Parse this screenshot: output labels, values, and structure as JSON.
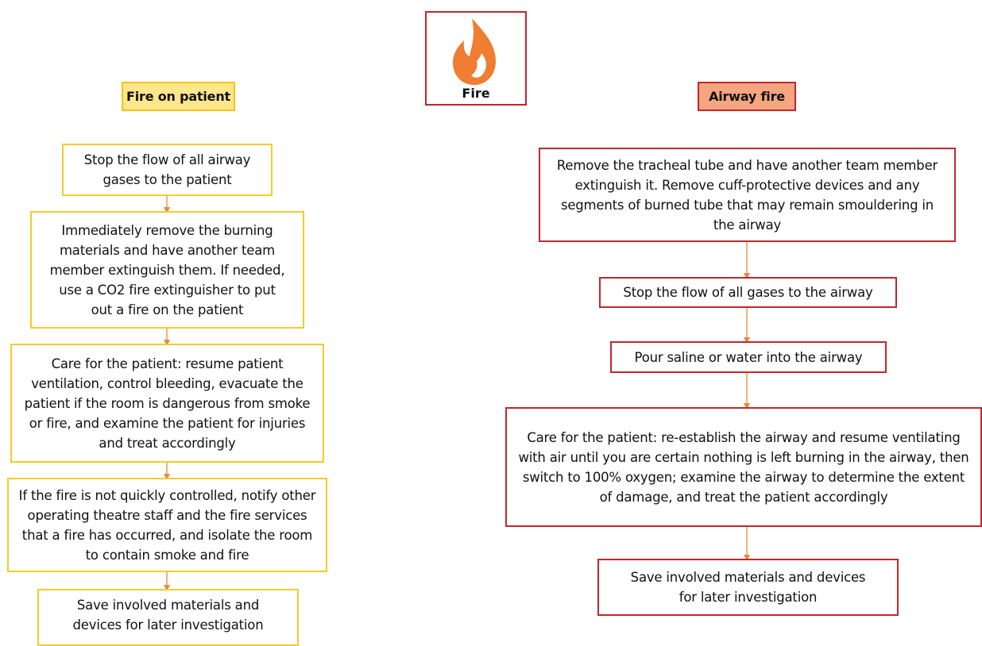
{
  "header": {
    "title": "Fire"
  },
  "left": {
    "heading": "Fire on patient",
    "steps": [
      "Stop the flow of all airway gases to the patient",
      "Immediately remove the burning materials and have another team member extinguish them. If needed, use a CO2 fire extinguisher to put out a fire on the patient",
      "Care for the patient: resume patient ventilation, control bleeding, evacuate the patient if the room is dangerous from smoke or fire, and examine the patient for injuries and treat accordingly",
      "If the fire is not quickly controlled, notify other operating theatre staff and the fire services that a fire has occurred, and isolate the room to contain smoke and fire",
      "Save involved materials and devices for later investigation"
    ]
  },
  "right": {
    "heading": "Airway fire",
    "steps": [
      "Remove the tracheal tube and have another team member extinguish it. Remove cuff-protective devices and any segments of burned tube that may remain smouldering in the airway",
      "Stop the flow of all gases to the airway",
      "Pour saline or water into the airway",
      "Care for the patient: re-establish the airway and resume ventilating with air until you are certain nothing is left burning in the airway, then switch to 100% oxygen; examine the airway to determine the extent of damage, and treat the patient accordingly",
      "Save involved materials and devices for later investigation"
    ]
  },
  "colors": {
    "left_border": "#f1cd2a",
    "left_heading_fill": "#fde68c",
    "right_border": "#c1272d",
    "right_heading_fill": "#f5a57f",
    "connector": "#e8893a",
    "flame": "#ef7d32"
  }
}
